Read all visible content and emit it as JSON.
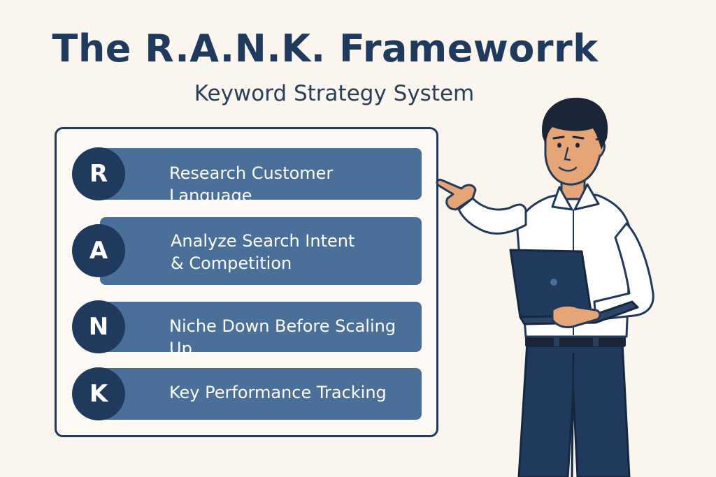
{
  "header": {
    "title": "The R.A.N.K. Frameworrk",
    "subtitle": "Keyword Strategy System"
  },
  "framework": {
    "items": [
      {
        "letter": "R",
        "text": "Research Customer Language"
      },
      {
        "letter": "A",
        "text": "Analyze Search Intent\n& Competition"
      },
      {
        "letter": "N",
        "text": "Niche Down Before Scaling Up"
      },
      {
        "letter": "K",
        "text": "Key Performance Tracking"
      }
    ]
  },
  "colors": {
    "background": "#faf5ee",
    "navy": "#1f3a5c",
    "bar_blue": "#4a6f99",
    "skin": "#e6a576",
    "shirt": "#ffffff",
    "hair": "#1a2638"
  },
  "illustration": {
    "subject": "presenter-pointing-with-laptop"
  }
}
